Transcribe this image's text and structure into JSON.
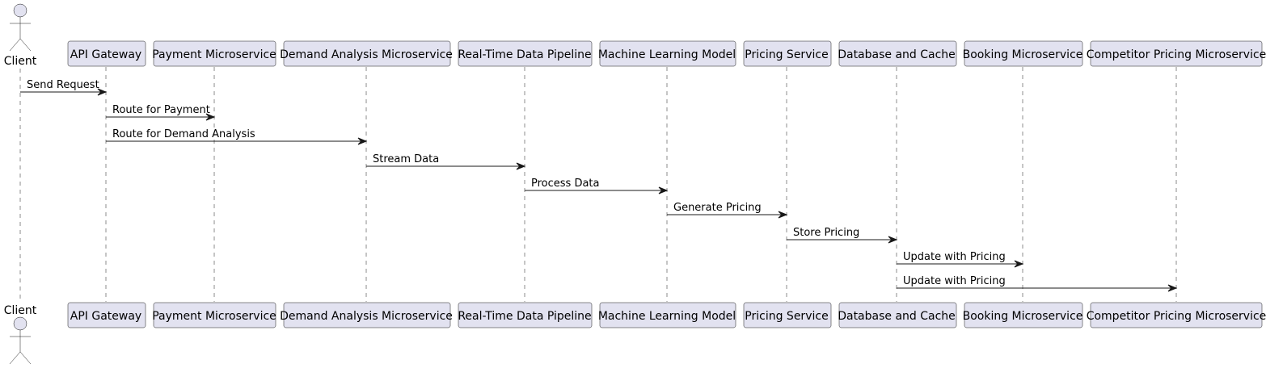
{
  "actor": {
    "name": "Client",
    "icon": "stick-figure-icon"
  },
  "participants": [
    {
      "id": "gw",
      "label": "API Gateway"
    },
    {
      "id": "pay",
      "label": "Payment Microservice"
    },
    {
      "id": "dem",
      "label": "Demand Analysis Microservice"
    },
    {
      "id": "rtp",
      "label": "Real-Time Data Pipeline"
    },
    {
      "id": "ml",
      "label": "Machine Learning Model"
    },
    {
      "id": "ps",
      "label": "Pricing Service"
    },
    {
      "id": "db",
      "label": "Database and Cache"
    },
    {
      "id": "book",
      "label": "Booking Microservice"
    },
    {
      "id": "comp",
      "label": "Competitor Pricing Microservice"
    }
  ],
  "messages": [
    {
      "from": "client",
      "to": "gw",
      "label": "Send Request"
    },
    {
      "from": "gw",
      "to": "pay",
      "label": "Route for Payment"
    },
    {
      "from": "gw",
      "to": "dem",
      "label": "Route for Demand Analysis"
    },
    {
      "from": "dem",
      "to": "rtp",
      "label": "Stream Data"
    },
    {
      "from": "rtp",
      "to": "ml",
      "label": "Process Data"
    },
    {
      "from": "ml",
      "to": "ps",
      "label": "Generate Pricing"
    },
    {
      "from": "ps",
      "to": "db",
      "label": "Store Pricing"
    },
    {
      "from": "db",
      "to": "book",
      "label": "Update with Pricing"
    },
    {
      "from": "db",
      "to": "comp",
      "label": "Update with Pricing"
    }
  ],
  "colors": {
    "participant_fill": "#e2e2f0",
    "line": "#181818",
    "text": "#000000"
  }
}
